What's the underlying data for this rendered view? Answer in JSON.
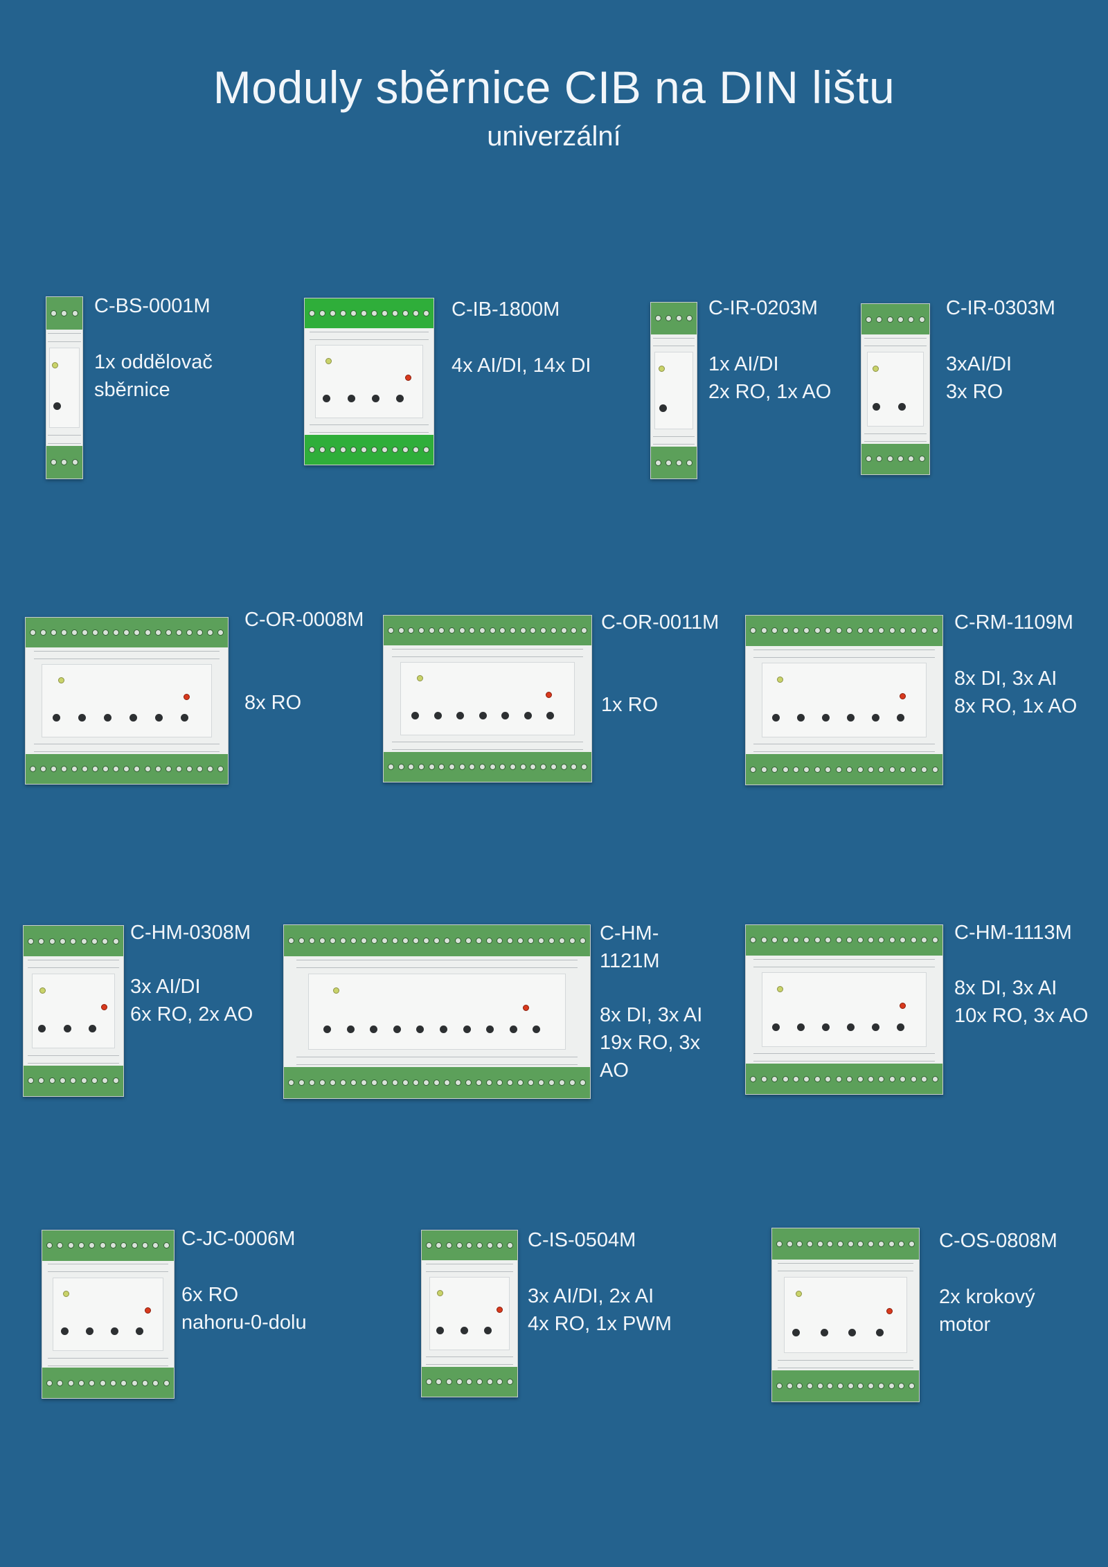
{
  "page": {
    "title": "Moduly sběrnice CIB na DIN lištu",
    "subtitle": "univerzální"
  },
  "modules": [
    {
      "name": "C-BS-0001M",
      "desc": [
        "1x oddělovač",
        "sběrnice"
      ]
    },
    {
      "name": "C-IB-1800M",
      "desc": [
        "4x AI/DI, 14x DI"
      ]
    },
    {
      "name": "C-IR-0203M",
      "desc": [
        "1x AI/DI",
        "2x RO, 1x AO"
      ]
    },
    {
      "name": "C-IR-0303M",
      "desc": [
        "3xAI/DI",
        "3x RO"
      ]
    },
    {
      "name": "C-OR-0008M",
      "desc": [
        "8x RO"
      ]
    },
    {
      "name": "C-OR-0011M",
      "desc": [
        "1x RO"
      ]
    },
    {
      "name": "C-RM-1109M",
      "desc": [
        "8x DI, 3x AI",
        "8x RO, 1x AO"
      ]
    },
    {
      "name": "C-HM-0308M",
      "desc": [
        "3x AI/DI",
        "6x RO, 2x AO"
      ]
    },
    {
      "name": "C-HM-1121M",
      "name_lines": [
        "C-HM-",
        "1121M"
      ],
      "desc": [
        "8x DI, 3x AI",
        "19x RO, 3x",
        "AO"
      ]
    },
    {
      "name": "C-HM-1113M",
      "desc": [
        "8x DI, 3x AI",
        "10x RO, 3x AO"
      ]
    },
    {
      "name": "C-JC-0006M",
      "desc": [
        "6x RO",
        "nahoru-0-dolu"
      ]
    },
    {
      "name": "C-IS-0504M",
      "desc": [
        "3x AI/DI, 2x AI",
        "4x RO, 1x PWM"
      ]
    },
    {
      "name": "C-OS-0808M",
      "desc": [
        "2x krokový",
        "motor"
      ]
    }
  ],
  "colors": {
    "background": "#24628e",
    "text": "#f2f6fa",
    "terminal_green": "#5ca05a",
    "module_body": "#eef0ef"
  }
}
